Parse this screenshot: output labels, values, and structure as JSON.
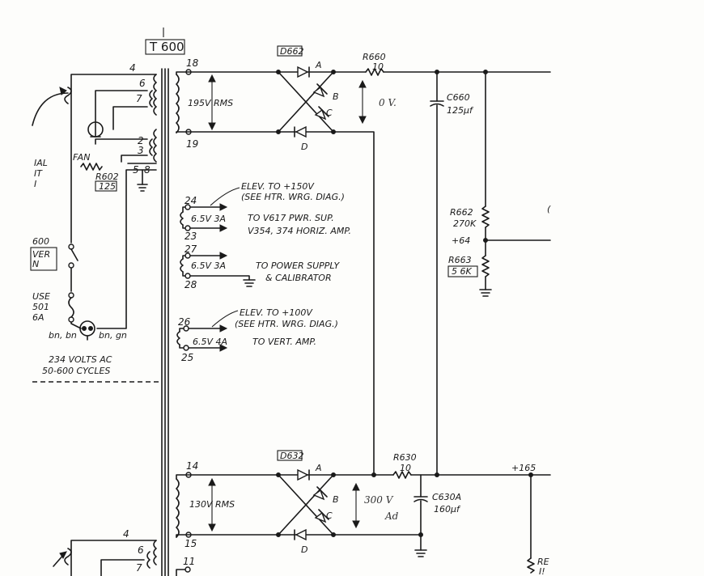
{
  "transformer": {
    "label": "T 600",
    "pins": {
      "p4": "4",
      "p6": "6",
      "p7": "7",
      "p2": "2",
      "p3": "3",
      "p5": "5",
      "p8": "8",
      "p18": "18",
      "p19": "19",
      "p24": "24",
      "p23": "23",
      "p27": "27",
      "p28": "28",
      "p26": "26",
      "p25": "25",
      "p14": "14",
      "p15": "15",
      "p11": "11",
      "p4b": "4",
      "p6b": "6",
      "p7b": "7"
    }
  },
  "left": {
    "fan": "FAN",
    "r602": "R602",
    "r602_val": "125",
    "partial1": "IAL",
    "partial2": "IT",
    "partial3": "I",
    "partial4": "600",
    "partial5": "VER",
    "partial6": "N",
    "partial7": "USE",
    "partial8": "501",
    "partial9": "6A",
    "bn_bn": "bn, bn",
    "bn_gn": "bn, gn",
    "volts": "234 VOLTS AC",
    "cycles": "50-600 CYCLES"
  },
  "upper_supply": {
    "d662": "D662",
    "a": "A",
    "b": "B",
    "c": "C",
    "d": "D",
    "rms": "195V RMS",
    "r660": "R660",
    "r660_val": "10",
    "c660": "C660",
    "c660_val": "125µf",
    "note": "0 V.",
    "r662": "R662",
    "r662_val": "270K",
    "node": "+64",
    "r663": "R663",
    "r663_val": "5 6K",
    "edge": "("
  },
  "heaters": {
    "elev1": "ELEV. TO +150V",
    "see1": "(SEE HTR. WRG. DIAG.)",
    "w1": "6.5V  3A",
    "dest1a": "TO V617 PWR. SUP.",
    "dest1b": "V354, 374 HORIZ. AMP.",
    "w2": "6.5V  3A",
    "dest2a": "TO POWER SUPPLY",
    "dest2b": "& CALIBRATOR",
    "elev3": "ELEV. TO +100V",
    "see3": "(SEE HTR. WRG. DIAG.)",
    "w3": "6.5V  4A",
    "dest3": "TO VERT. AMP."
  },
  "lower_supply": {
    "d632": "D632",
    "a": "A",
    "b": "B",
    "c": "C",
    "d": "D",
    "rms": "130V RMS",
    "r630": "R630",
    "r630_val": "10",
    "c630": "C630A",
    "c630_val": "160µf",
    "note1": "300 V",
    "note2": "Ad",
    "node": "+165",
    "re1": "RE",
    "re2": "I!"
  }
}
